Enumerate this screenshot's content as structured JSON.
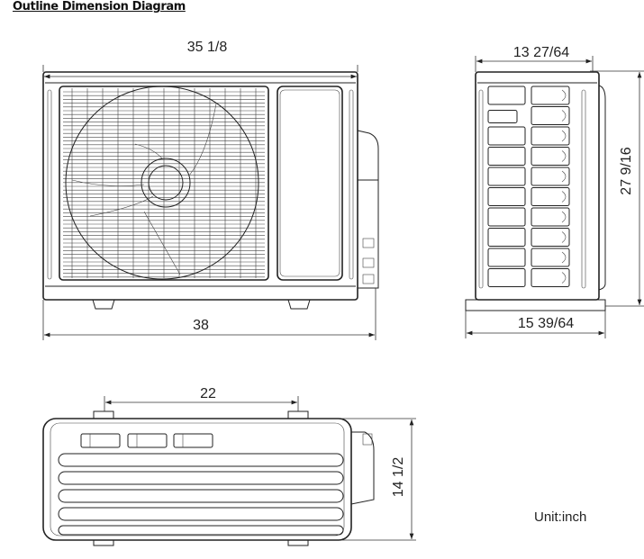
{
  "title": "Outline Dimension Diagram",
  "dimensions": {
    "front_top_width": "35 1/8",
    "front_bottom_width": "38",
    "side_top_depth": "13 27/64",
    "side_height": "27 9/16",
    "side_base_depth": "15 39/64",
    "top_view_feet_spacing": "22",
    "top_view_depth": "14 1/2"
  },
  "unit_label": "Unit:inch"
}
